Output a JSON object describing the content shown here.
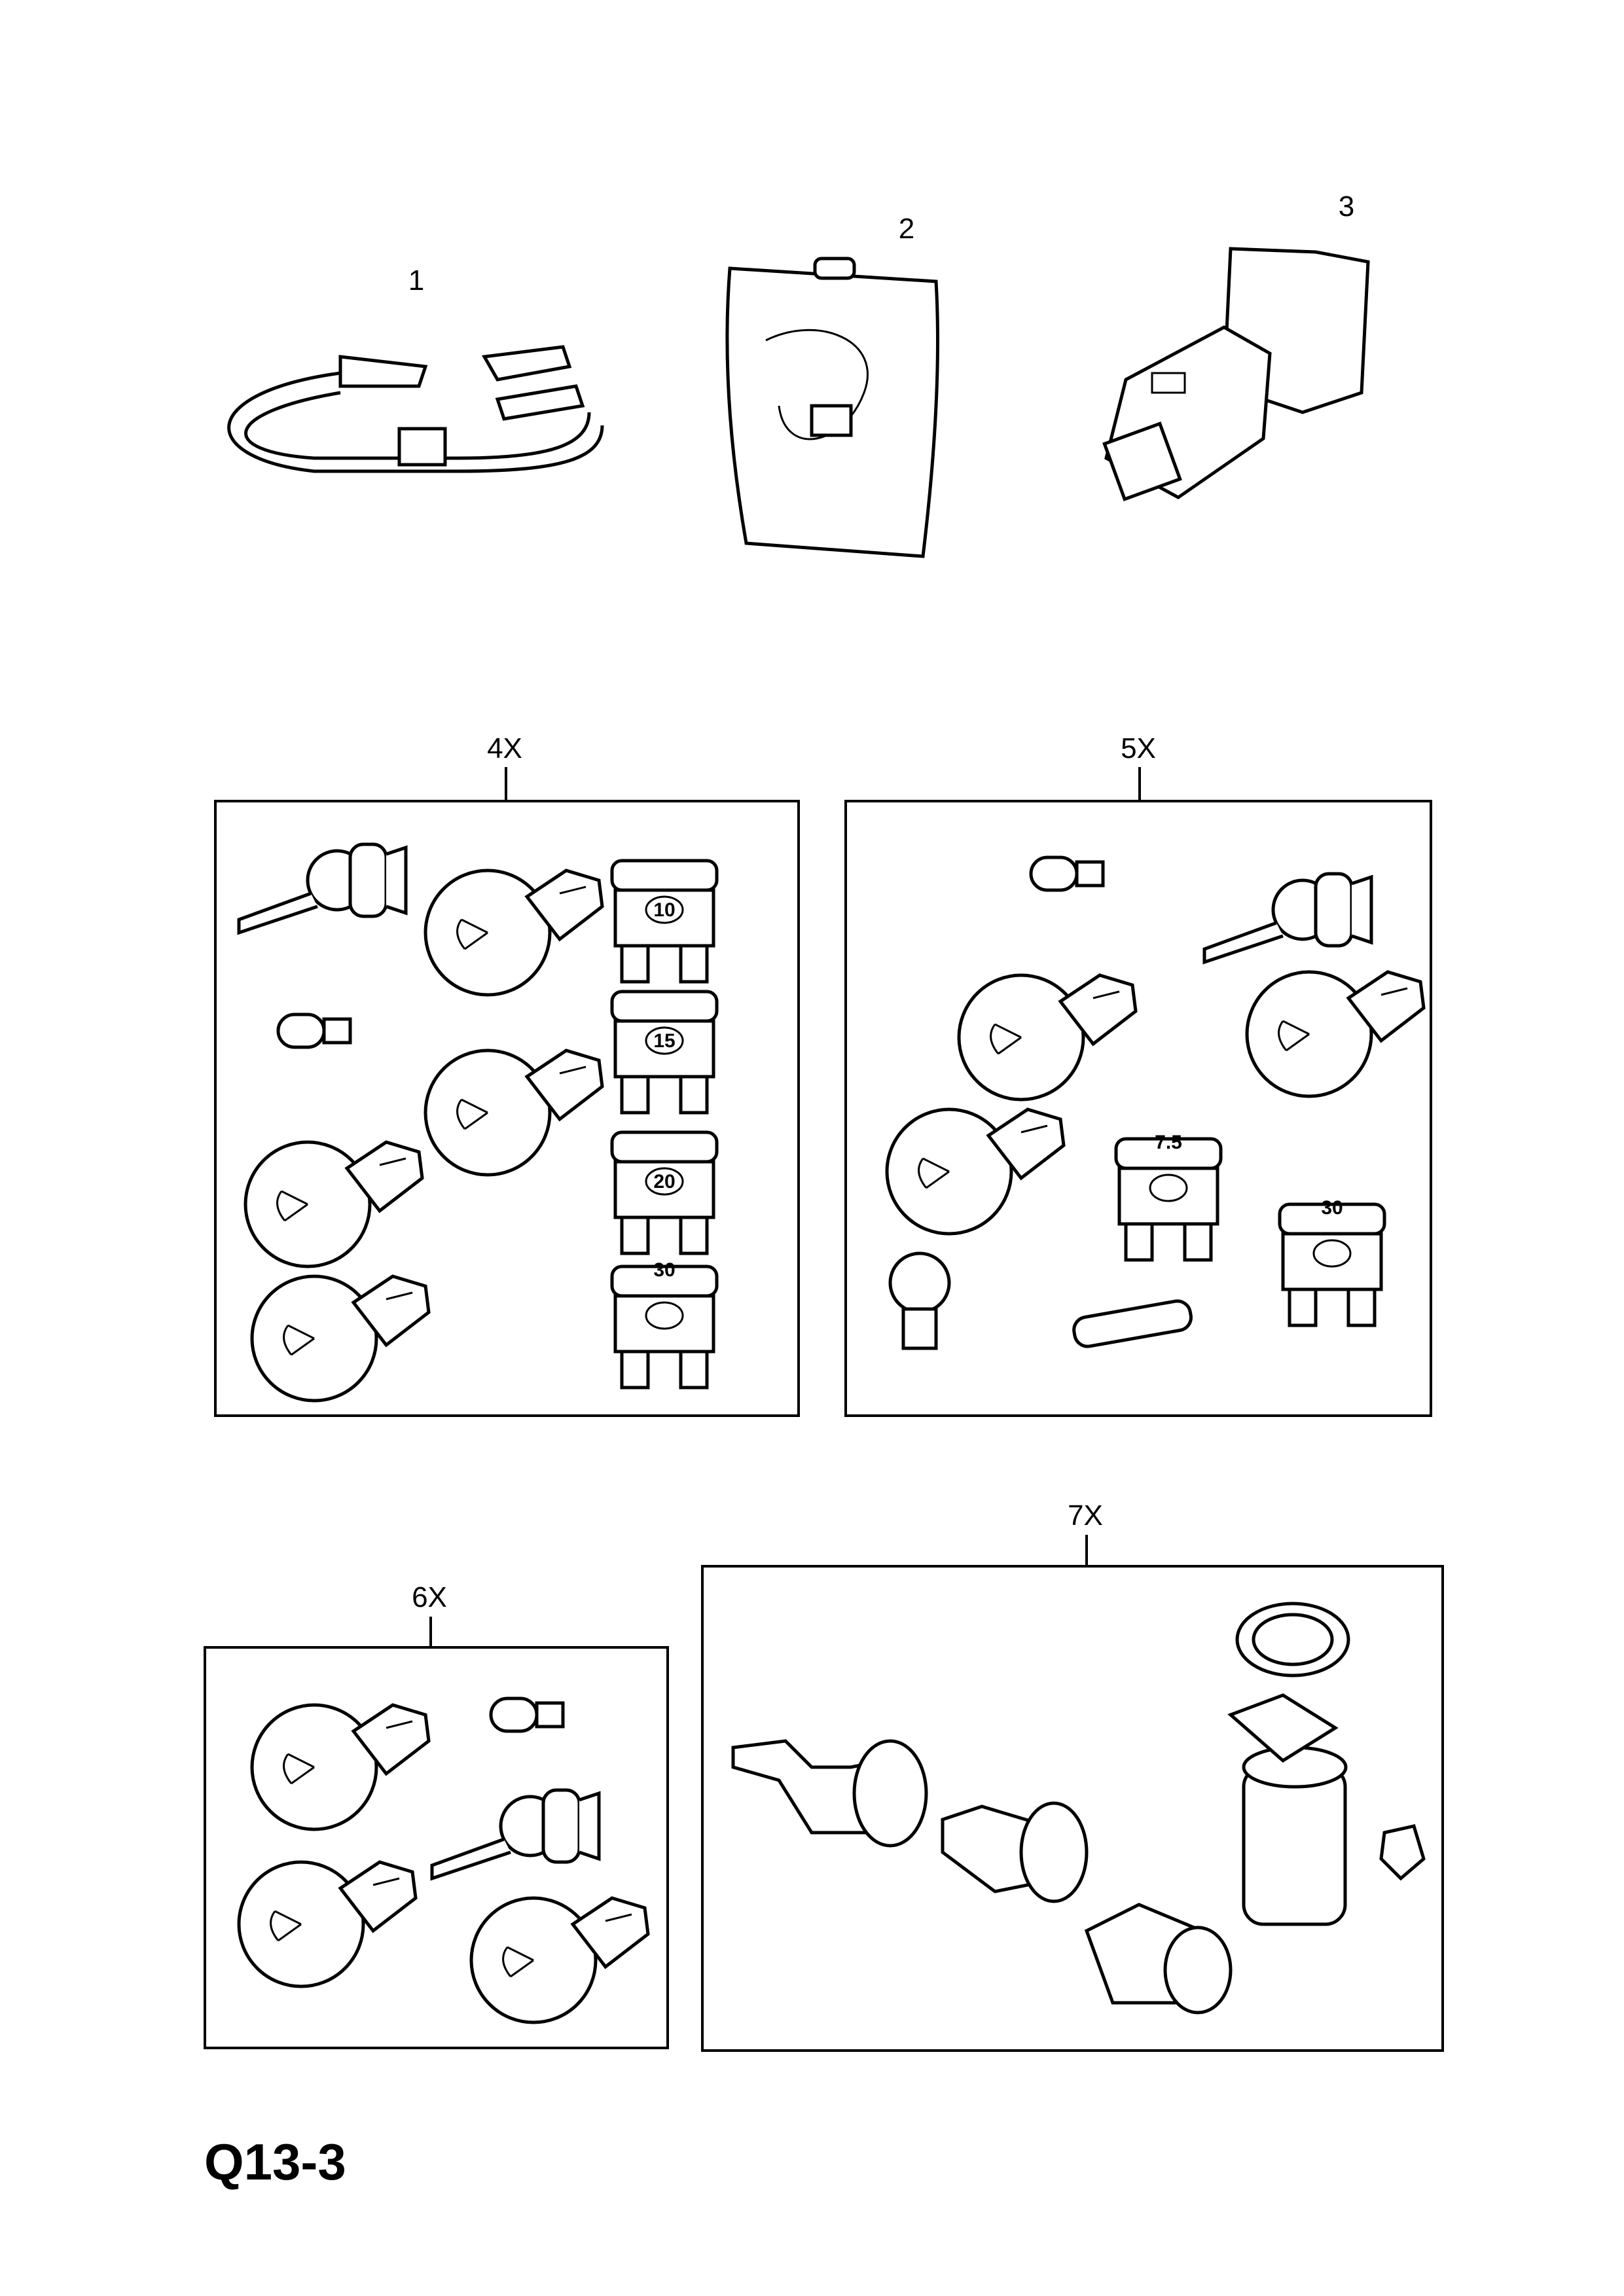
{
  "page": {
    "code": "Q13-3"
  },
  "callouts": {
    "item1": "1",
    "item2": "2",
    "item3": "3",
    "item4": "4X",
    "item5": "5X",
    "item6": "6X",
    "item7": "7X"
  },
  "fuses": {
    "set4": [
      "10",
      "15",
      "20",
      "30"
    ],
    "set5": [
      "7.5",
      "30"
    ]
  }
}
